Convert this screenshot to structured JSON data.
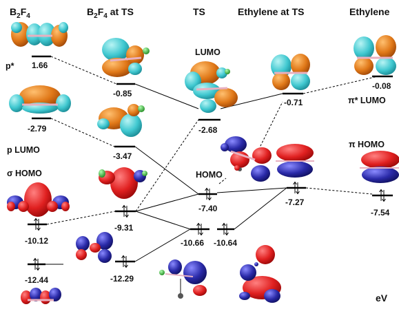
{
  "headers": {
    "b2f4": "B",
    "b2f4_sub": "2",
    "b2f4_f": "F",
    "b2f4_sub2": "4",
    "b2f4ts_b": "B",
    "b2f4ts_sub": "2",
    "b2f4ts_f": "F",
    "b2f4ts_sub2": "4",
    "b2f4ts_rest": " at TS",
    "ts": "TS",
    "ethylene_ts": "Ethylene at TS",
    "ethylene": "Ethylene"
  },
  "labels": {
    "p_star": "p*",
    "p_lumo": "p  LUMO",
    "sigma_homo": "σ  HOMO",
    "ts_lumo": "LUMO",
    "ts_homo": "HOMO",
    "pi_star_lumo": "π* LUMO",
    "pi_homo": "π  HOMO",
    "unit": "eV"
  },
  "levels": {
    "b2f4_1": "1.66",
    "b2f4_2": "-2.79",
    "b2f4_3": "-10.12",
    "b2f4_4": "-12.44",
    "b2f4ts_1": "-0.85",
    "b2f4ts_2": "-3.47",
    "b2f4ts_3": "-9.31",
    "b2f4ts_4": "-12.29",
    "ts_1": "-2.68",
    "ts_2": "-7.40",
    "ts_3": "-10.66",
    "ts_4": "-10.64",
    "ethts_1": "-0.71",
    "ethts_2": "-7.27",
    "eth_1": "-0.08",
    "eth_2": "-7.54"
  },
  "colors": {
    "orbital_orange": "#e07818",
    "orbital_cyan": "#40c8d0",
    "orbital_red": "#e02020",
    "orbital_blue": "#2a2aa8",
    "bond_pink": "#e8b0c0",
    "atom_green": "#30b030"
  }
}
